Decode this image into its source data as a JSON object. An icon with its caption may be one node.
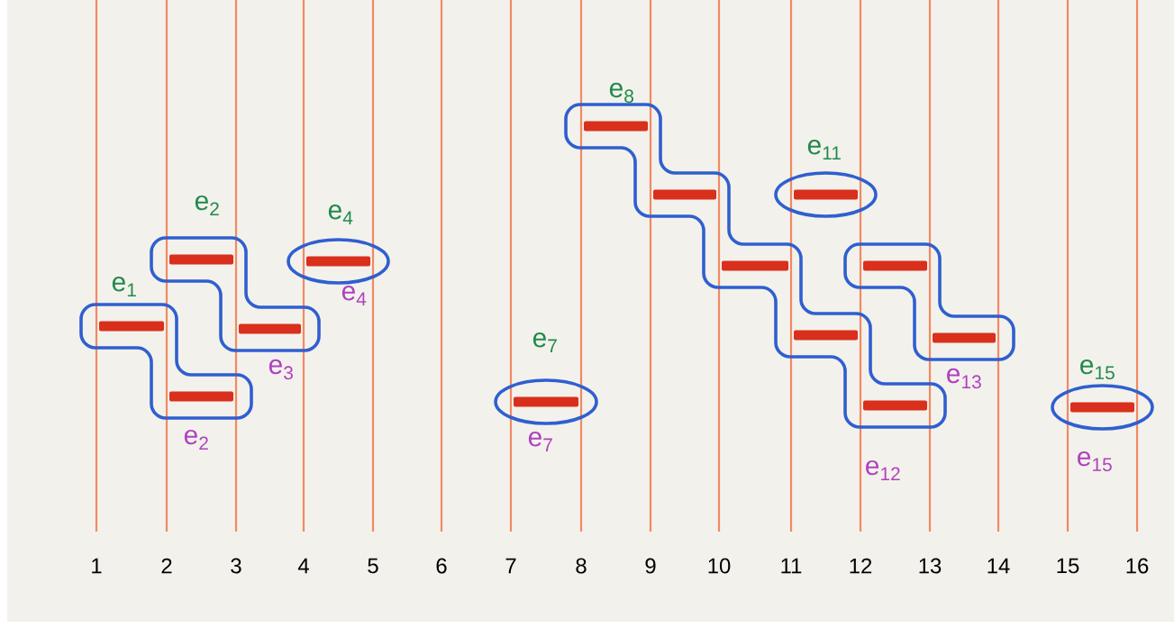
{
  "diagram": {
    "nodes": [
      {
        "text": [
          "e$_{1}$"
        ],
        "beside": [
          "e$_{2}$"
        ]
      },
      {
        "text": [],
        "shape": "bar",
        "in": 0
      },
      {
        "text": [],
        "shape": "bar",
        "in": 0
      },
      {
        "text": [
          "e$_{2}$"
        ],
        "beside": [
          "e$_{3}$"
        ]
      },
      {
        "text": [],
        "shape": "bar",
        "in": 3
      },
      {
        "text": [],
        "shape": "bar",
        "in": 3
      },
      {
        "text": [
          "e$_{4}$"
        ],
        "beside": [
          "e$_{4}$"
        ]
      },
      {
        "text": [],
        "shape": "bar",
        "in": 6
      },
      {
        "text": [
          "e$_{7}$"
        ],
        "beside": [
          "e$_{7}$"
        ]
      },
      {
        "text": [],
        "shape": "bar",
        "in": 8
      },
      {
        "text": [
          "e$_{8}$"
        ],
        "beside": [
          "e$_{12}$"
        ]
      },
      {
        "text": [],
        "shape": "bar",
        "in": 10
      },
      {
        "text": [],
        "shape": "bar",
        "in": 10
      },
      {
        "text": [],
        "shape": "bar",
        "in": 10
      },
      {
        "text": [],
        "shape": "bar",
        "in": 10
      },
      {
        "text": [],
        "shape": "bar",
        "in": 10
      },
      {
        "text": [
          "e$_{11}$"
        ]
      },
      {
        "text": [],
        "shape": "bar",
        "in": 16
      },
      {
        "text": [],
        "shape": "loop",
        "beside": [
          "e$_{13}$"
        ]
      },
      {
        "text": [],
        "shape": "bar",
        "in": 18
      },
      {
        "text": [],
        "shape": "bar",
        "in": 18
      },
      {
        "text": [
          "e$_{15}$"
        ],
        "beside": [
          "e$_{15}$"
        ]
      },
      {
        "text": [],
        "shape": "bar",
        "in": 21
      }
    ],
    "edges": [],
    "labels": [
      "1",
      "2",
      "3",
      "4",
      "5",
      "6",
      "7",
      "8",
      "9",
      "10",
      "11",
      "12",
      "13",
      "14",
      "15",
      "16"
    ]
  }
}
